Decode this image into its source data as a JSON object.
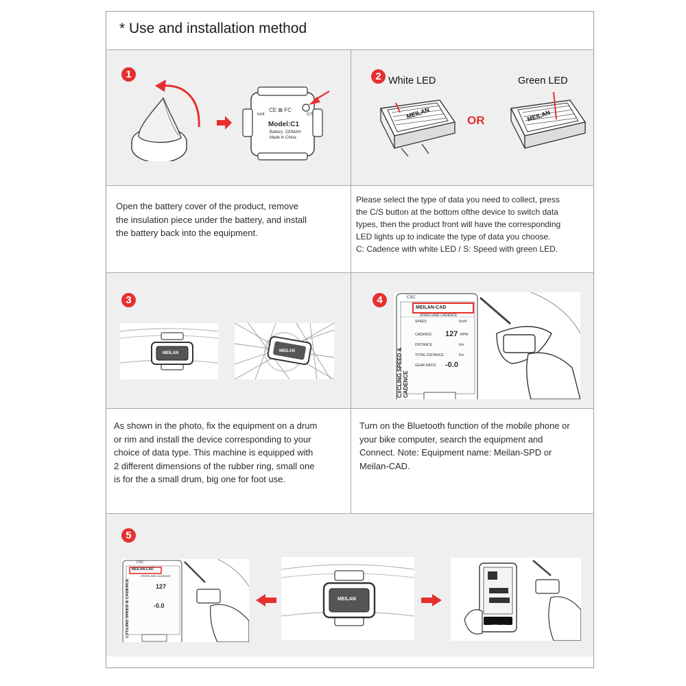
{
  "title": "* Use and installation method",
  "steps": {
    "s1": {
      "number": "1",
      "text": [
        "Open the battery cover of the product, remove",
        "the insulation piece under the battery, and install",
        "the battery back into the equipment."
      ],
      "device": {
        "model": "Model:C1",
        "battery": "Battery: 220MAH",
        "origin": "Made in China",
        "lock": "lock",
        "cs": "C/S"
      }
    },
    "s2": {
      "number": "2",
      "white_led": "White LED",
      "green_led": "Green LED",
      "or": "OR",
      "brand": "MEILAN",
      "text": [
        "Please select the type of data you need to collect, press",
        "the C/S button at the bottom ofthe device to switch data",
        "types, then the product front will have the corresponding",
        "LED lights up to indicate the type of data you choose.",
        "C: Cadence with white LED / S: Speed with green LED."
      ]
    },
    "s3": {
      "number": "3",
      "brand": "MEILAN",
      "text": [
        "As shown in the photo, fix the equipment on a drum",
        "or rim and install the device corresponding to your",
        "choice of data type. This machine is equipped with",
        "2 different dimensions of the rubber ring, small one",
        "is for the a small drum, big one for foot use."
      ]
    },
    "s4": {
      "number": "4",
      "phone": {
        "header": "CSC",
        "device_name": "MEILAN-CAD",
        "section": "SPEED AND CADENCE",
        "vertical": "CYCLING SPEED & CADENCE",
        "rows": [
          {
            "label": "SPEED",
            "value": "",
            "unit": "Km/h"
          },
          {
            "label": "CADENCE",
            "value": "127",
            "unit": "RPM"
          },
          {
            "label": "DISTANCE",
            "value": "",
            "unit": "Km"
          },
          {
            "label": "TOTAL DISTANCE",
            "value": "",
            "unit": "Km"
          },
          {
            "label": "GEAR RATIO",
            "value": "-0.0",
            "unit": ""
          }
        ]
      },
      "text": [
        "Turn on the Bluetooth function of the mobile phone or",
        "your bike computer, search the equipment and",
        "Connect. Note: Equipment name: Meilan-SPD or",
        "Meilan-CAD."
      ]
    },
    "s5": {
      "number": "5",
      "brand": "MEILAN",
      "computer_brand": "MEILAN"
    }
  },
  "colors": {
    "accent": "#e53030",
    "panel": "#efefef",
    "line": "#a8a8a8"
  }
}
